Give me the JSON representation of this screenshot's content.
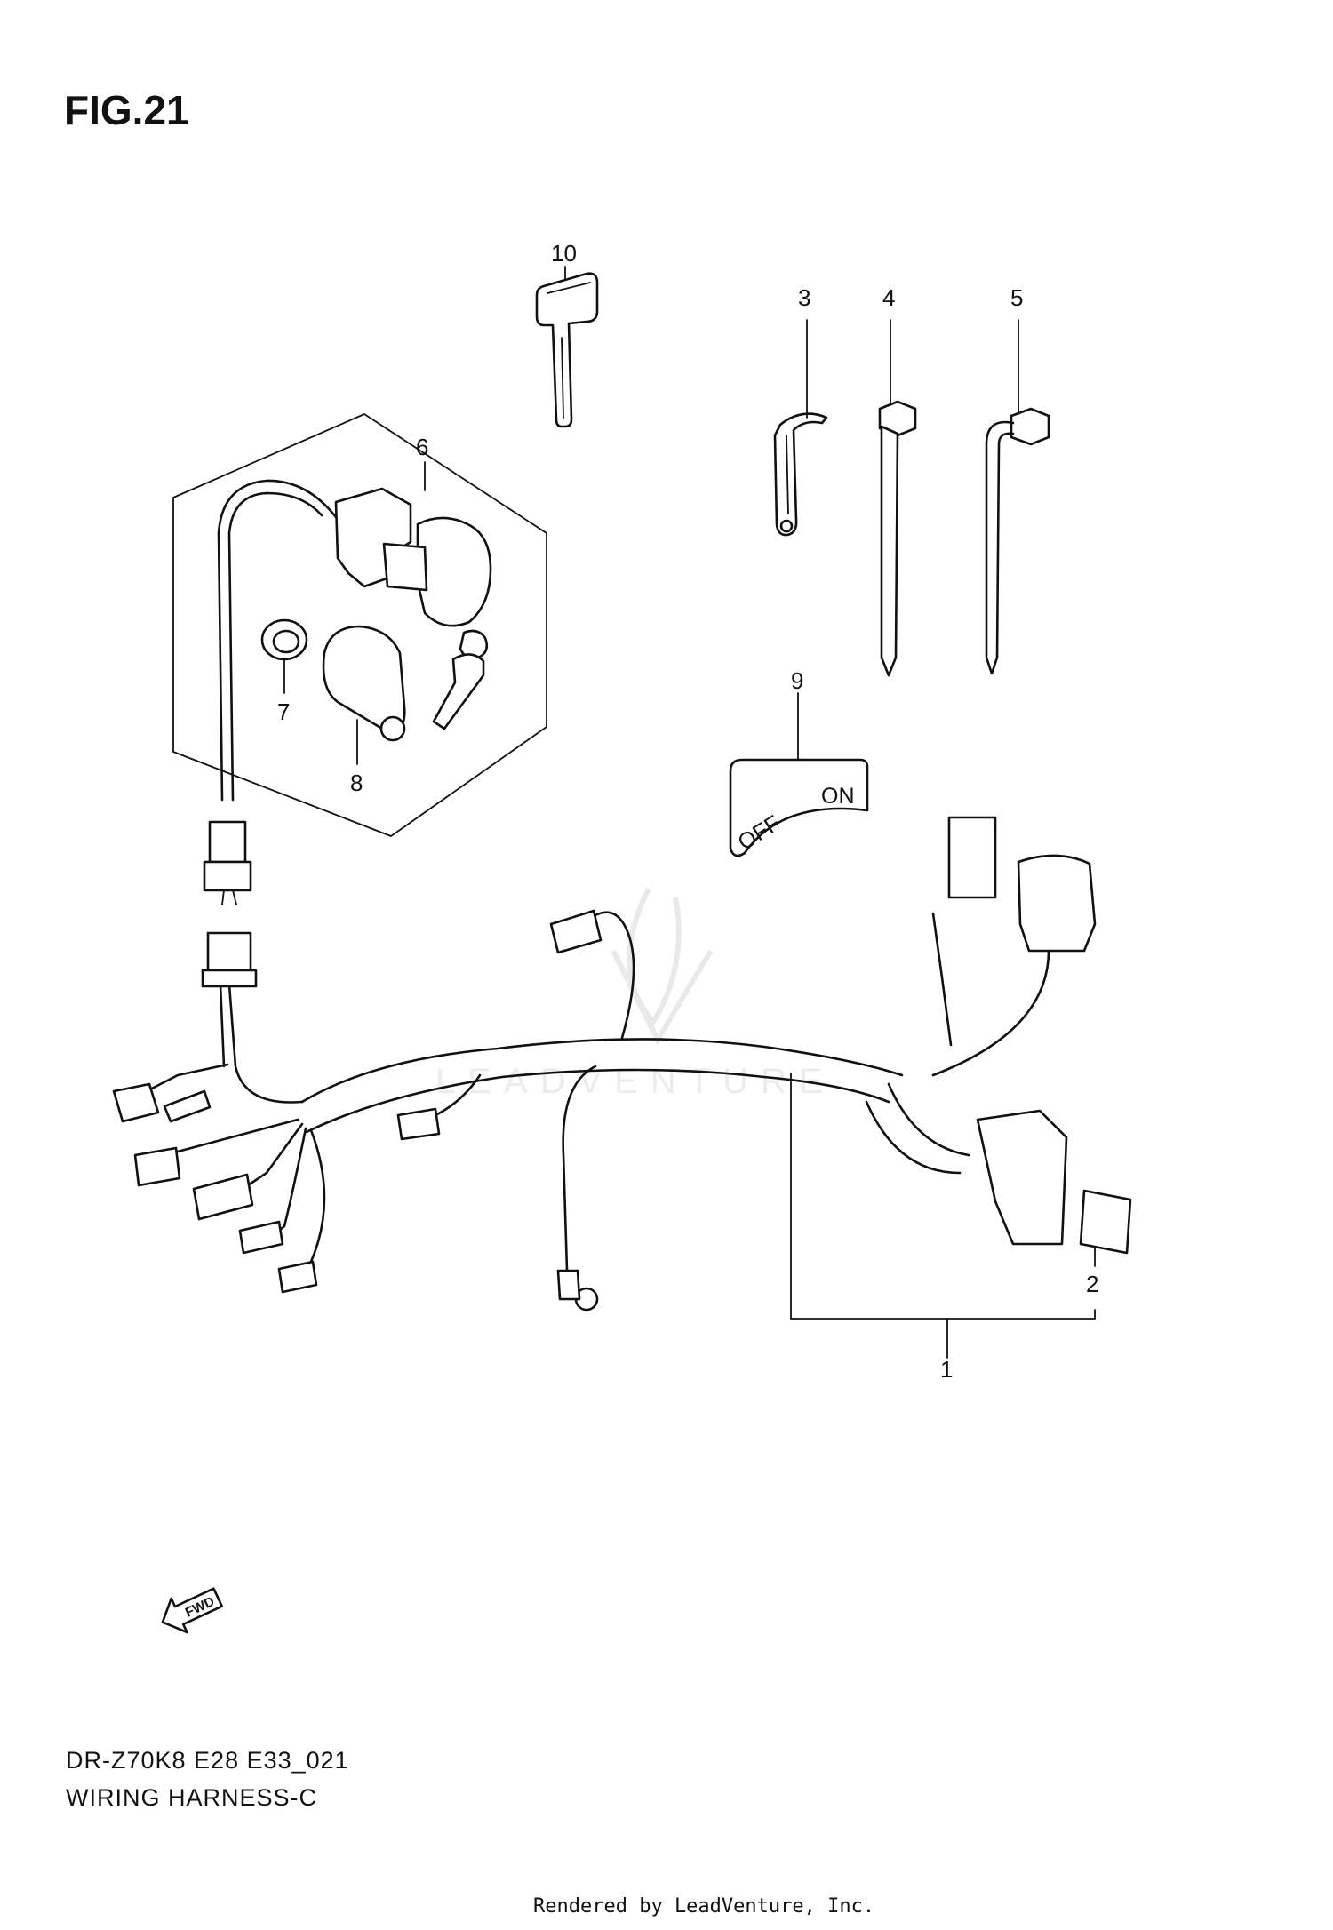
{
  "figure": {
    "title": "FIG.21"
  },
  "callouts": [
    "1",
    "2",
    "3",
    "4",
    "5",
    "6",
    "7",
    "8",
    "9",
    "10"
  ],
  "switch_plate": {
    "off": "OFF",
    "on": "ON"
  },
  "fwd_arrow": {
    "label": "FWD"
  },
  "footer": {
    "code": "DR-Z70K8 E28 E33_021",
    "name": "WIRING HARNESS-C"
  },
  "rendered_by": "Rendered by LeadVenture, Inc."
}
